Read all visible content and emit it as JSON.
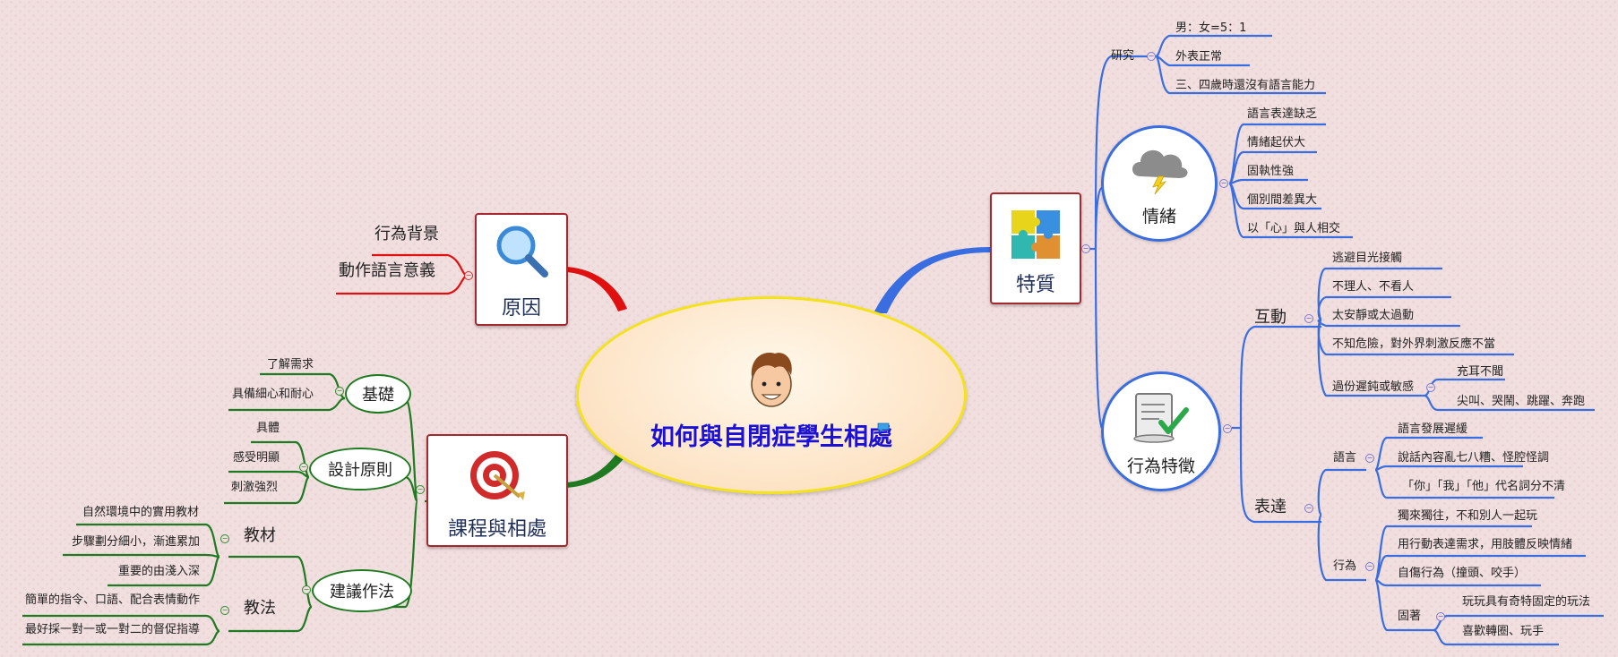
{
  "central": {
    "title": "如何與自閉症學生相處"
  },
  "cause": {
    "title": "原因",
    "items": [
      "行為背景",
      "動作語言意義"
    ]
  },
  "course": {
    "title": "課程與相處",
    "basics": {
      "label": "基礎",
      "items": [
        "了解需求",
        "具備細心和耐心"
      ]
    },
    "design": {
      "label": "設計原則",
      "items": [
        "具體",
        "感受明顯",
        "刺激強烈"
      ]
    },
    "suggest": {
      "label": "建議作法",
      "materials": {
        "label": "教材",
        "items": [
          "自然環境中的實用教材",
          "步驟劃分細小，漸進累加",
          "重要的由淺入深"
        ]
      },
      "methods": {
        "label": "教法",
        "items": [
          "簡單的指令、口語、配合表情動作",
          "最好採一對一或一對二的督促指導"
        ]
      }
    }
  },
  "traits": {
    "title": "特質",
    "research": {
      "label": "研究",
      "items": [
        "男：女=5：1",
        "外表正常",
        "三、四歲時還沒有語言能力"
      ]
    },
    "emotion": {
      "label": "情緒",
      "items": [
        "語言表達缺乏",
        "情緒起伏大",
        "固執性強",
        "個別間差異大",
        "以「心」與人相交"
      ]
    },
    "behavior": {
      "label": "行為特徵",
      "interaction": {
        "label": "互動",
        "items": [
          "逃避目光接觸",
          "不理人、不看人",
          "太安靜或太過動",
          "不知危險，對外界刺激反應不當",
          "過份遲鈍或敏感"
        ],
        "sensitive": [
          "充耳不聞",
          "尖叫、哭鬧、跳躍、奔跑"
        ]
      },
      "expression": {
        "label": "表達",
        "language": {
          "label": "語言",
          "items": [
            "語言發展遲緩",
            "說話內容亂七八糟、怪腔怪調",
            "「你」「我」「他」代名詞分不清"
          ]
        },
        "conduct": {
          "label": "行為",
          "items": [
            "獨來獨往，不和別人一起玩",
            "用行動表達需求，用肢體反映情緒",
            "自傷行為（撞頭、咬手）"
          ],
          "obsession": {
            "label": "固著",
            "items": [
              "玩玩具有奇特固定的玩法",
              "喜歡轉圈、玩手"
            ]
          }
        }
      }
    }
  },
  "colors": {
    "blue": "#3a6de0",
    "red": "#e01010",
    "green": "#1f7a22",
    "title": "#1a10d8"
  },
  "icons": [
    "face-icon",
    "magnifier-icon",
    "puzzle-icon",
    "storm-cloud-icon",
    "checklist-icon",
    "target-icon",
    "comment-icon"
  ]
}
